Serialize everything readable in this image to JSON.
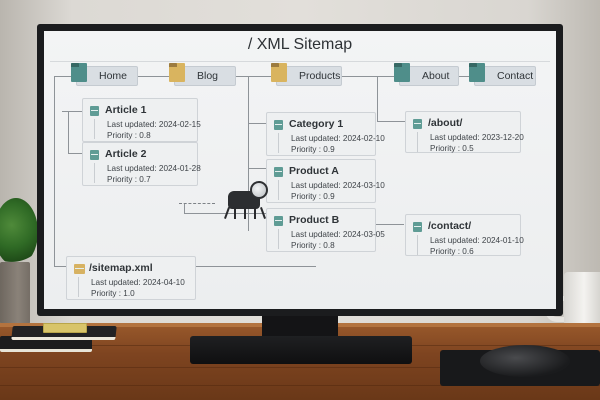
{
  "screen": {
    "title": "/ XML Sitemap"
  },
  "nav": [
    {
      "label": "Home",
      "icon": "folder-icon",
      "color": "#4f8e8a"
    },
    {
      "label": "Blog",
      "icon": "folder-icon",
      "color": "#d9b45f"
    },
    {
      "label": "Products",
      "icon": "folder-icon",
      "color": "#d9b45f"
    },
    {
      "label": "About",
      "icon": "folder-icon",
      "color": "#4f8e8a"
    },
    {
      "label": "Contact",
      "icon": "folder-icon",
      "color": "#4f8e8a"
    }
  ],
  "cards": {
    "article1": {
      "title": "Article 1",
      "updated": "Last updated: 2024-02-15",
      "priority": "Priority : 0.8"
    },
    "article2": {
      "title": "Article 2",
      "updated": "Last updated: 2024-01-28",
      "priority": "Priority : 0.7"
    },
    "category1": {
      "title": "Category 1",
      "updated": "Last updated: 2024-02-10",
      "priority": "Priority : 0.9"
    },
    "productA": {
      "title": "Product A",
      "updated": "Last updated: 2024-03-10",
      "priority": "Priority : 0.9"
    },
    "productB": {
      "title": "Product B",
      "updated": "Last updated: 2024-03-05",
      "priority": "Priority : 0.8"
    },
    "about": {
      "title": "/about/",
      "updated": "Last updated: 2023-12-20",
      "priority": "Priority : 0.5"
    },
    "contact": {
      "title": "/contact/",
      "updated": "Last updated: 2024-01-10",
      "priority": "Priority : 0.6"
    },
    "sitemap": {
      "title": "/sitemap.xml",
      "updated": "Last updated: 2024-04-10",
      "priority": "Priority : 1.0"
    }
  },
  "colors": {
    "teal_folder": "#4f8e8a",
    "gold_folder": "#d9b45f",
    "screen_bg": "#f3f4f5",
    "connector": "#8e9398"
  }
}
